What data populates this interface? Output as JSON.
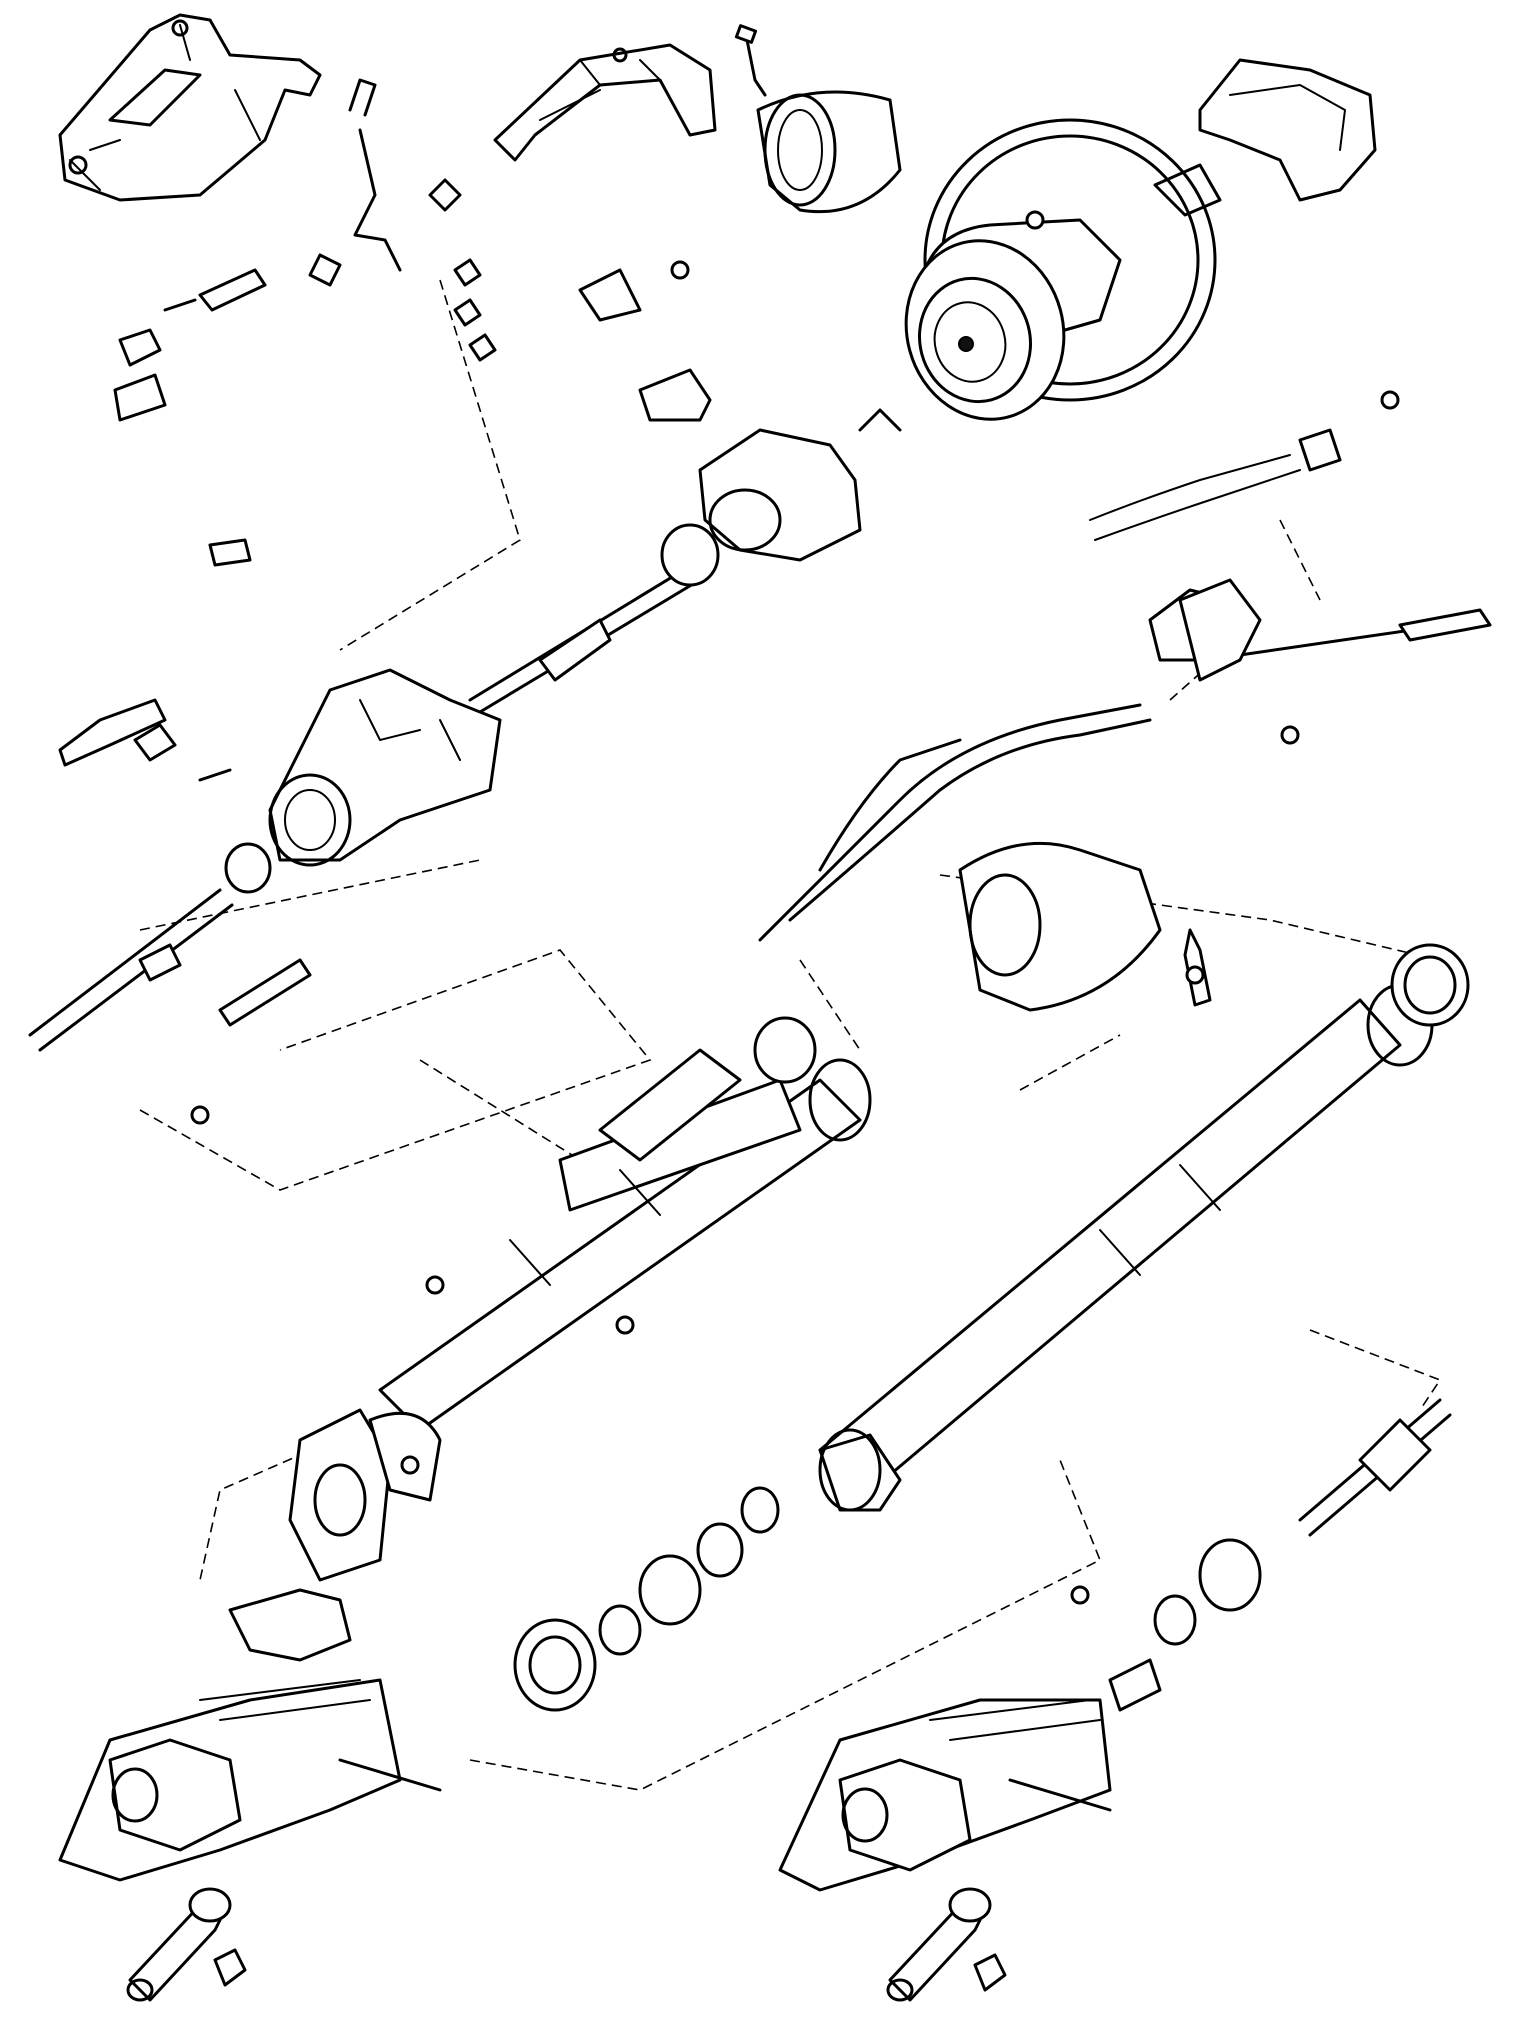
{
  "diagram": {
    "parts": [
      {
        "id": "steering-wheel",
        "kind": "wheel"
      },
      {
        "id": "upper-shroud",
        "kind": "cover"
      },
      {
        "id": "lower-shroud",
        "kind": "cover"
      },
      {
        "id": "lock-cylinder-housing",
        "kind": "housing"
      },
      {
        "id": "column-jacket-tilt",
        "kind": "tube"
      },
      {
        "id": "column-jacket-fixed",
        "kind": "tube"
      },
      {
        "id": "steering-shaft",
        "kind": "shaft"
      },
      {
        "id": "turn-signal-lever",
        "kind": "lever"
      },
      {
        "id": "wiring-harness",
        "kind": "harness"
      },
      {
        "id": "steering-gear-left",
        "kind": "gearbox"
      },
      {
        "id": "steering-gear-right",
        "kind": "gearbox"
      },
      {
        "id": "pitman-arm-left",
        "kind": "arm"
      },
      {
        "id": "pitman-arm-right",
        "kind": "arm"
      },
      {
        "id": "bearing-assembly",
        "kind": "bearing"
      },
      {
        "id": "universal-joint",
        "kind": "joint"
      }
    ]
  }
}
